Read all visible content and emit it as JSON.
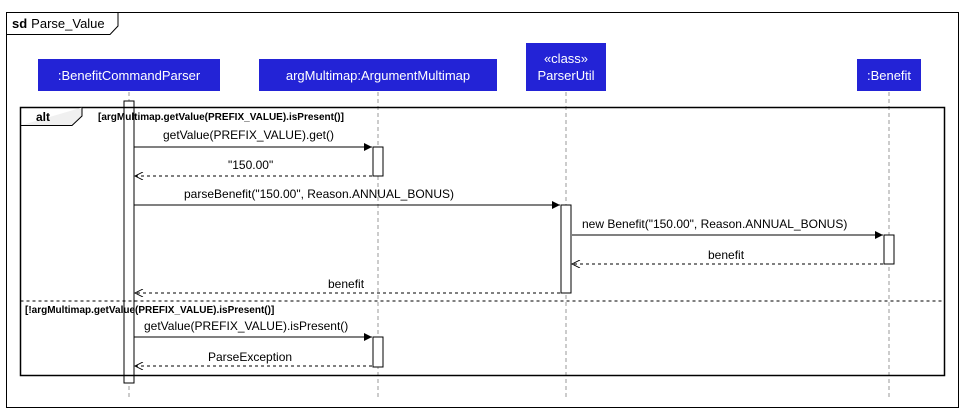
{
  "frame": {
    "kind": "sd",
    "name": "Parse_Value"
  },
  "participants": [
    {
      "id": "p1",
      "label": ":BenefitCommandParser"
    },
    {
      "id": "p2",
      "label": "argMultimap:ArgumentMultimap"
    },
    {
      "id": "p3",
      "stereotype": "«class»",
      "label": "ParserUtil"
    },
    {
      "id": "p4",
      "label": ":Benefit"
    }
  ],
  "alt": {
    "keyword": "alt",
    "guard1": "[argMultimap.getValue(PREFIX_VALUE).isPresent()]",
    "guard2": "[!argMultimap.getValue(PREFIX_VALUE).isPresent()]"
  },
  "messages": [
    {
      "id": "m1",
      "text": "getValue(PREFIX_VALUE).get()",
      "from": "p1",
      "to": "p2",
      "kind": "call"
    },
    {
      "id": "m2",
      "text": "\"150.00\"",
      "from": "p2",
      "to": "p1",
      "kind": "return"
    },
    {
      "id": "m3",
      "text": "parseBenefit(\"150.00\", Reason.ANNUAL_BONUS)",
      "from": "p1",
      "to": "p3",
      "kind": "call"
    },
    {
      "id": "m4",
      "text": "new Benefit(\"150.00\", Reason.ANNUAL_BONUS)",
      "from": "p3",
      "to": "p4",
      "kind": "call"
    },
    {
      "id": "m5",
      "text": "benefit",
      "from": "p4",
      "to": "p3",
      "kind": "return"
    },
    {
      "id": "m6",
      "text": "benefit",
      "from": "p3",
      "to": "p1",
      "kind": "return"
    },
    {
      "id": "m7",
      "text": "getValue(PREFIX_VALUE).isPresent()",
      "from": "p1",
      "to": "p2",
      "kind": "call"
    },
    {
      "id": "m8",
      "text": "ParseException",
      "from": "p2",
      "to": "p1",
      "kind": "return"
    }
  ],
  "colors": {
    "participant_fill": "#2323d6",
    "participant_text": "#ffffff",
    "line": "#000000",
    "lifeline": "#9a9a9a"
  }
}
